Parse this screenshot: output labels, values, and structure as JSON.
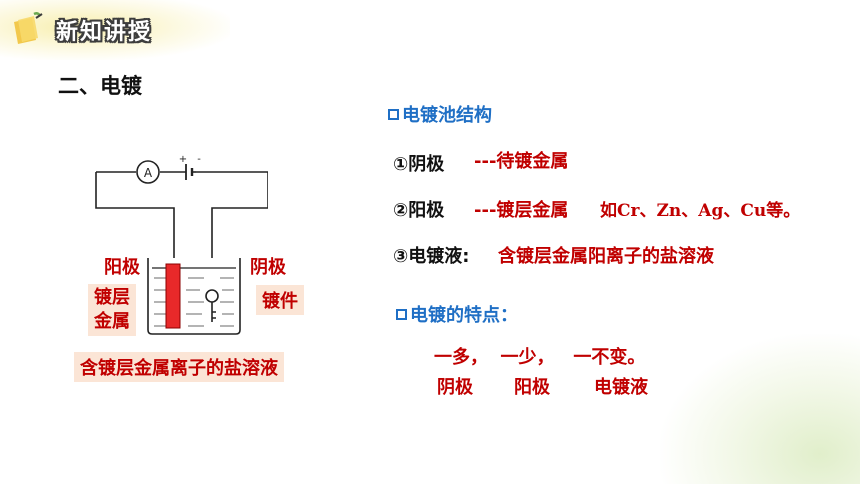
{
  "header": {
    "title": "新知讲授"
  },
  "section_title": "二、电镀",
  "diagram": {
    "ammeter": "A",
    "plus": "+",
    "minus": "-",
    "left_label_top": "阳极",
    "left_label_box_line1": "镀层",
    "left_label_box_line2": "金属",
    "right_label_top": "阴极",
    "right_label_box": "镀件",
    "bottom_caption": "含镀层金属离子的盐溶液"
  },
  "structure": {
    "heading": "电镀池结构",
    "items": [
      {
        "label": "①阴极",
        "desc": "---待镀金属",
        "extra": ""
      },
      {
        "label": "②阳极",
        "desc": "---镀层金属",
        "extra": "如Cr、Zn、Ag、Cu等。"
      },
      {
        "label": "③电镀液:",
        "desc": "含镀层金属阳离子的盐溶液",
        "extra": ""
      }
    ]
  },
  "features": {
    "heading": "电镀的特点：",
    "line1": "一多，  一少，   一不变。",
    "line2": [
      "阴极",
      "阳极",
      "电镀液"
    ]
  }
}
